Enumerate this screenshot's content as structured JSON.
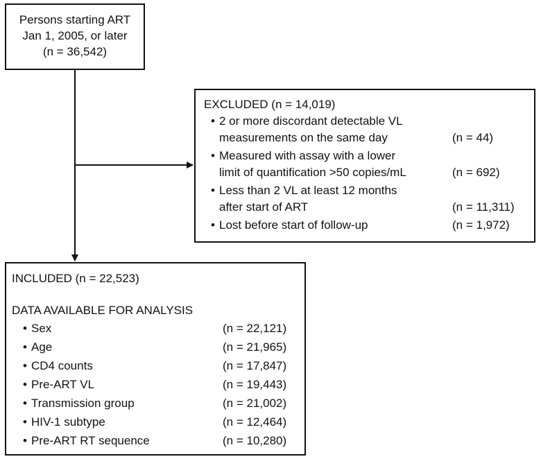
{
  "start": {
    "lines": [
      "Persons starting ART",
      "Jan 1, 2005, or later",
      "(n = 36,542)"
    ]
  },
  "excluded": {
    "title": "EXCLUDED (n = 14,019)",
    "items": [
      {
        "line1": "2 or more discordant detectable VL",
        "line2": "measurements on the same day",
        "count": "(n = 44)"
      },
      {
        "line1": "Measured with assay with a lower",
        "line2": "limit of quantification >50 copies/mL",
        "count": "(n = 692)"
      },
      {
        "line1": "Less than 2 VL at least 12 months",
        "line2": "after start of ART",
        "count": "(n = 11,311)"
      },
      {
        "line1": "Lost before start of follow-up",
        "line2": "",
        "count": "(n = 1,972)"
      }
    ]
  },
  "included": {
    "title": "INCLUDED (n = 22,523)",
    "data_heading": "DATA AVAILABLE FOR ANALYSIS",
    "items": [
      {
        "label": "Sex",
        "count": "(n = 22,121)"
      },
      {
        "label": "Age",
        "count": "(n = 21,965)"
      },
      {
        "label": "CD4 counts",
        "count": "(n = 17,847)"
      },
      {
        "label": "Pre-ART VL",
        "count": "(n = 19,443)"
      },
      {
        "label": "Transmission group",
        "count": "(n = 21,002)"
      },
      {
        "label": "HIV-1 subtype",
        "count": "(n = 12,464)"
      },
      {
        "label": "Pre-ART RT sequence",
        "count": "(n = 10,280)"
      }
    ]
  },
  "bullet": "•"
}
